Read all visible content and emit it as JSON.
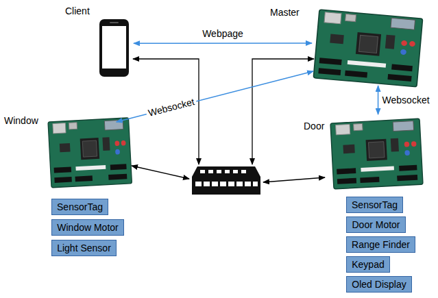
{
  "diagram": {
    "nodes": [
      {
        "text": [
          "Client"
        ]
      },
      {
        "text": [
          "Master"
        ]
      },
      {
        "text": [
          "Window"
        ]
      },
      {
        "text": [
          "Door"
        ]
      },
      {
        "text": [
          "SensorTag"
        ]
      },
      {
        "text": [
          "Window Motor"
        ]
      },
      {
        "text": [
          "Light Sensor"
        ]
      },
      {
        "text": [
          "SensorTag"
        ]
      },
      {
        "text": [
          "Door Motor"
        ]
      },
      {
        "text": [
          "Range Finder"
        ]
      },
      {
        "text": [
          "Keypad"
        ]
      },
      {
        "text": [
          "Oled Display"
        ]
      }
    ],
    "edges": [
      {
        "from": 0,
        "to": 1,
        "arrow": "both",
        "label": "Webpage"
      },
      {
        "from": 1,
        "to": 2,
        "arrow": "both",
        "label": "Websocket"
      },
      {
        "from": 1,
        "to": 3,
        "arrow": "both",
        "label": "Websocket"
      }
    ]
  }
}
